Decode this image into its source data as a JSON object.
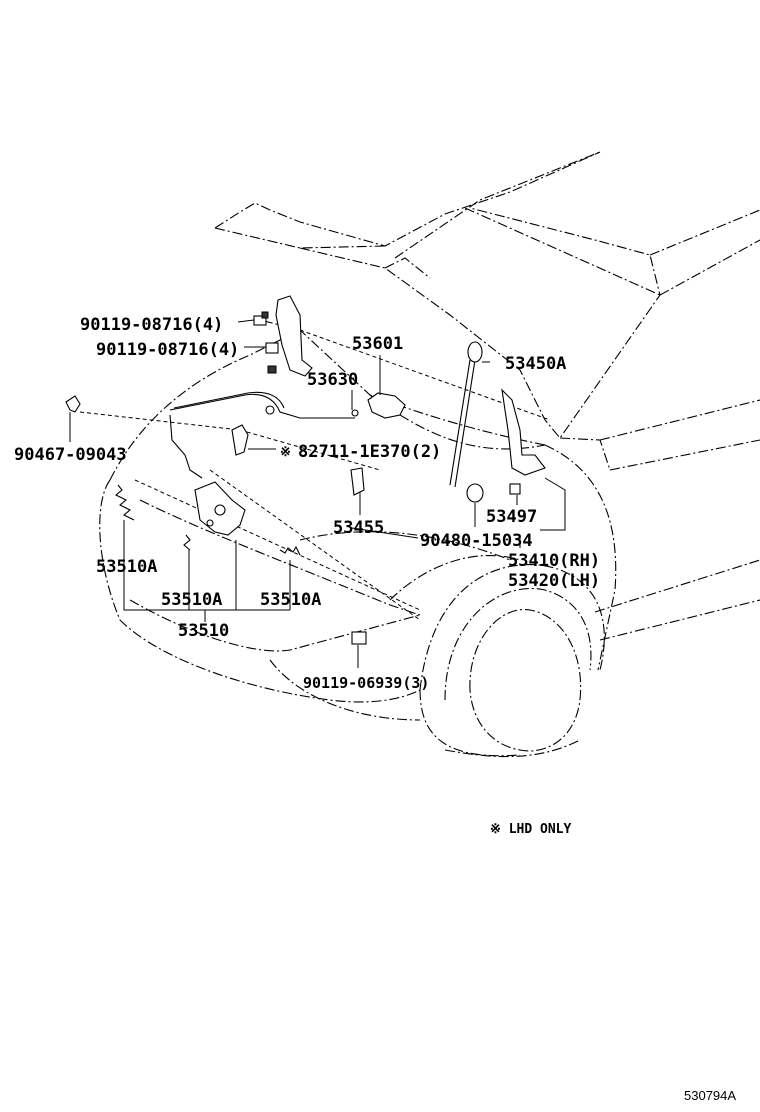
{
  "diagram": {
    "labels": {
      "bolt_upper": "90119-08716(4)",
      "bolt_lower": "90119-08716(4)",
      "lock_assy": "53601",
      "stay_rod": "53450A",
      "release_cable": "53630",
      "clip_left": "90467-09043",
      "clamp": "82711-1E370(2)",
      "ref_mark": "※",
      "hood_cushion": "53497",
      "stay_holder": "53455",
      "grommet": "90480-15034",
      "hinge_rh": "53410(RH)",
      "hinge_lh": "53420(LH)",
      "spring_main": "53510A",
      "spring_center": "53510A",
      "spring_right": "53510A",
      "lock_assembly": "53510",
      "bolt_bottom": "90119-06939(3)"
    },
    "note": "※ LHD ONLY",
    "figure_number": "530794A"
  }
}
